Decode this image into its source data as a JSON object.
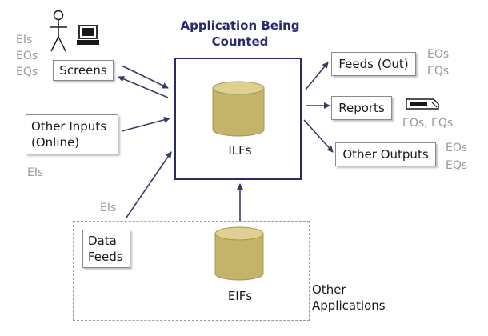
{
  "title_line1": "Application Being",
  "title_line2": "Counted",
  "ilfs_label": "ILFs",
  "eifs_label": "EIFs",
  "screens_label": "Screens",
  "screens_side_labels": [
    "EIs",
    "EOs",
    "EQs"
  ],
  "other_inputs_line1": "Other Inputs",
  "other_inputs_line2": "(Online)",
  "other_inputs_side": "EIs",
  "data_feeds_line1": "Data",
  "data_feeds_line2": "Feeds",
  "data_feeds_side": "EIs",
  "feeds_out_label": "Feeds (Out)",
  "feeds_out_side": [
    "EOs",
    "EQs"
  ],
  "reports_label": "Reports",
  "reports_side": "EOs, EQs",
  "other_outputs_label": "Other Outputs",
  "other_outputs_side": [
    "EOs",
    "EQs"
  ],
  "other_apps_line1": "Other",
  "other_apps_line2": "Applications",
  "colors": {
    "navy": "#2a2a6e",
    "cylinder_body": "#c4b46a",
    "cylinder_top": "#ddd090",
    "gray_text": "#9a9a9a",
    "arrow": "#3a3a6a"
  },
  "icons": [
    "person-icon",
    "computer-icon",
    "printer-icon",
    "database-icon"
  ]
}
